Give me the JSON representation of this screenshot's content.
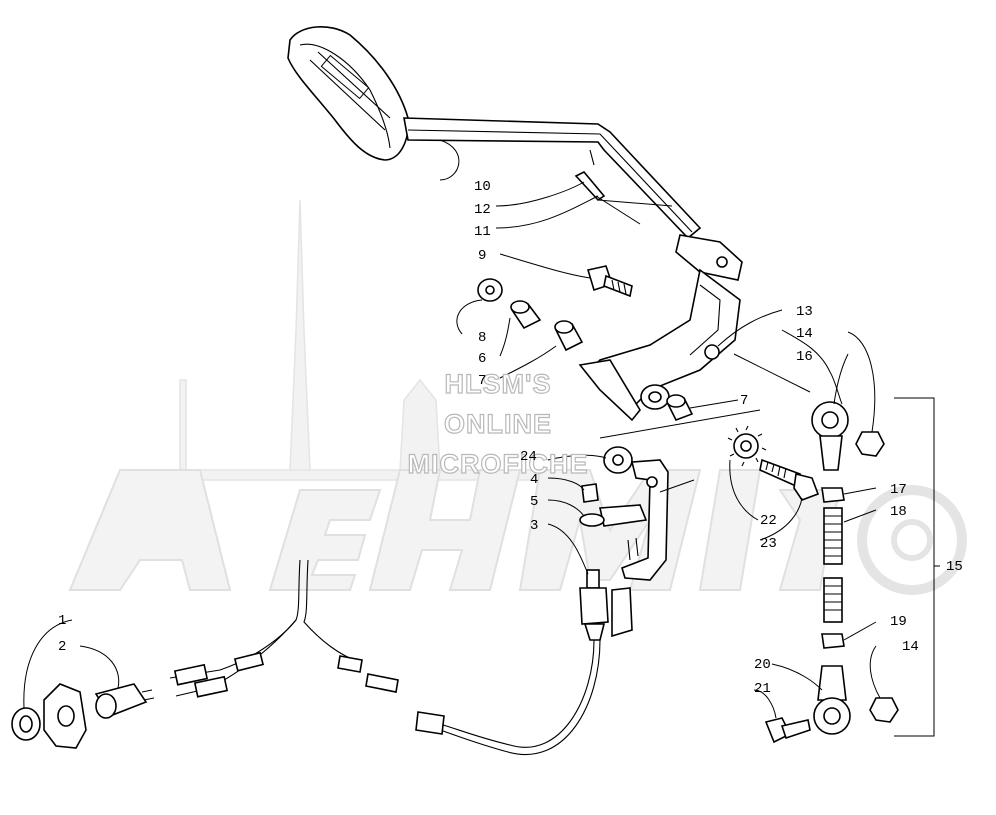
{
  "watermark": {
    "lines": [
      "HLSM'S",
      "ONLINE",
      "MICROFICHE"
    ]
  },
  "callouts": [
    {
      "id": "c1",
      "text": "1"
    },
    {
      "id": "c2",
      "text": "2"
    },
    {
      "id": "c3",
      "text": "3"
    },
    {
      "id": "c4",
      "text": "4"
    },
    {
      "id": "c5",
      "text": "5"
    },
    {
      "id": "c6",
      "text": "6"
    },
    {
      "id": "c7a",
      "text": "7"
    },
    {
      "id": "c7b",
      "text": "7"
    },
    {
      "id": "c8",
      "text": "8"
    },
    {
      "id": "c9",
      "text": "9"
    },
    {
      "id": "c10",
      "text": "10"
    },
    {
      "id": "c11",
      "text": "11"
    },
    {
      "id": "c12",
      "text": "12"
    },
    {
      "id": "c13",
      "text": "13"
    },
    {
      "id": "c14a",
      "text": "14"
    },
    {
      "id": "c14b",
      "text": "14"
    },
    {
      "id": "c15",
      "text": "15"
    },
    {
      "id": "c16",
      "text": "16"
    },
    {
      "id": "c17",
      "text": "17"
    },
    {
      "id": "c18",
      "text": "18"
    },
    {
      "id": "c19",
      "text": "19"
    },
    {
      "id": "c20",
      "text": "20"
    },
    {
      "id": "c21",
      "text": "21"
    },
    {
      "id": "c22",
      "text": "22"
    },
    {
      "id": "c23",
      "text": "23"
    },
    {
      "id": "c24",
      "text": "24"
    }
  ],
  "colors": {
    "line": "#000000",
    "background": "#ffffff",
    "watermark": "#b8b8b8"
  }
}
